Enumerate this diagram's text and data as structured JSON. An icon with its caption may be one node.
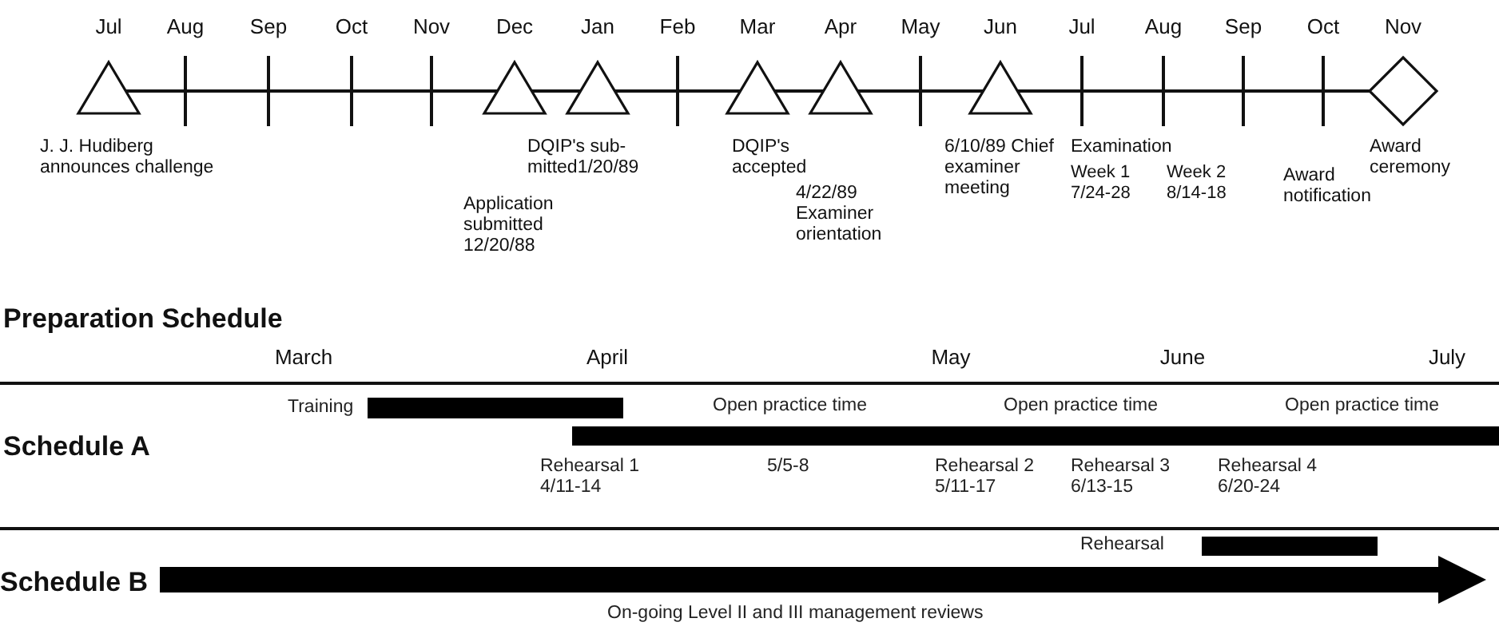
{
  "diagram": {
    "nodes": [
      {
        "text": [],
        "shape": "triangle",
        "beside": [
          "J. J. Hudiberg announces challenge"
        ]
      },
      {
        "text": [],
        "shape": "triangle"
      },
      {
        "text": [],
        "shape": "triangle",
        "beside": [
          "DQIP's sub- mitted1/20/89"
        ]
      },
      {
        "text": [],
        "shape": "triangle",
        "beside": [
          "DQIP's accepted"
        ]
      },
      {
        "text": [],
        "shape": "triangle",
        "beside": [
          "4/22/89 Examiner orientation"
        ]
      },
      {
        "text": [],
        "shape": "triangle",
        "beside": [
          "6/10/89 Chief examiner meeting"
        ]
      },
      {
        "text": [],
        "shape": "diamond",
        "beside": [
          "Award ceremony"
        ]
      }
    ],
    "edges": [],
    "labels": [
      "Jul",
      "Aug",
      "Sep",
      "Oct",
      "Nov",
      "Dec",
      "Jan",
      "Feb",
      "Mar",
      "Apr",
      "May",
      "Jun",
      "Jul",
      "Aug",
      "Sep",
      "Oct",
      "Nov",
      "Application submitted 12/20/88",
      "Examination",
      "Week 1",
      "7/24-28",
      "Week 2",
      "8/14-18",
      "Award notification",
      "Preparation Schedule",
      "March",
      "April",
      "May",
      "June",
      "July",
      "Training",
      "Open practice time",
      "Open practice time",
      "Open practice time",
      "Schedule A",
      "Rehearsal 1 4/11-14",
      "5/5-8",
      "Rehearsal 2 5/11-17",
      "Rehearsal 3 6/13-15",
      "Rehearsal 4 6/20-24",
      "Rehearsal",
      "Schedule B",
      "On-going Level II and III management reviews"
    ]
  }
}
